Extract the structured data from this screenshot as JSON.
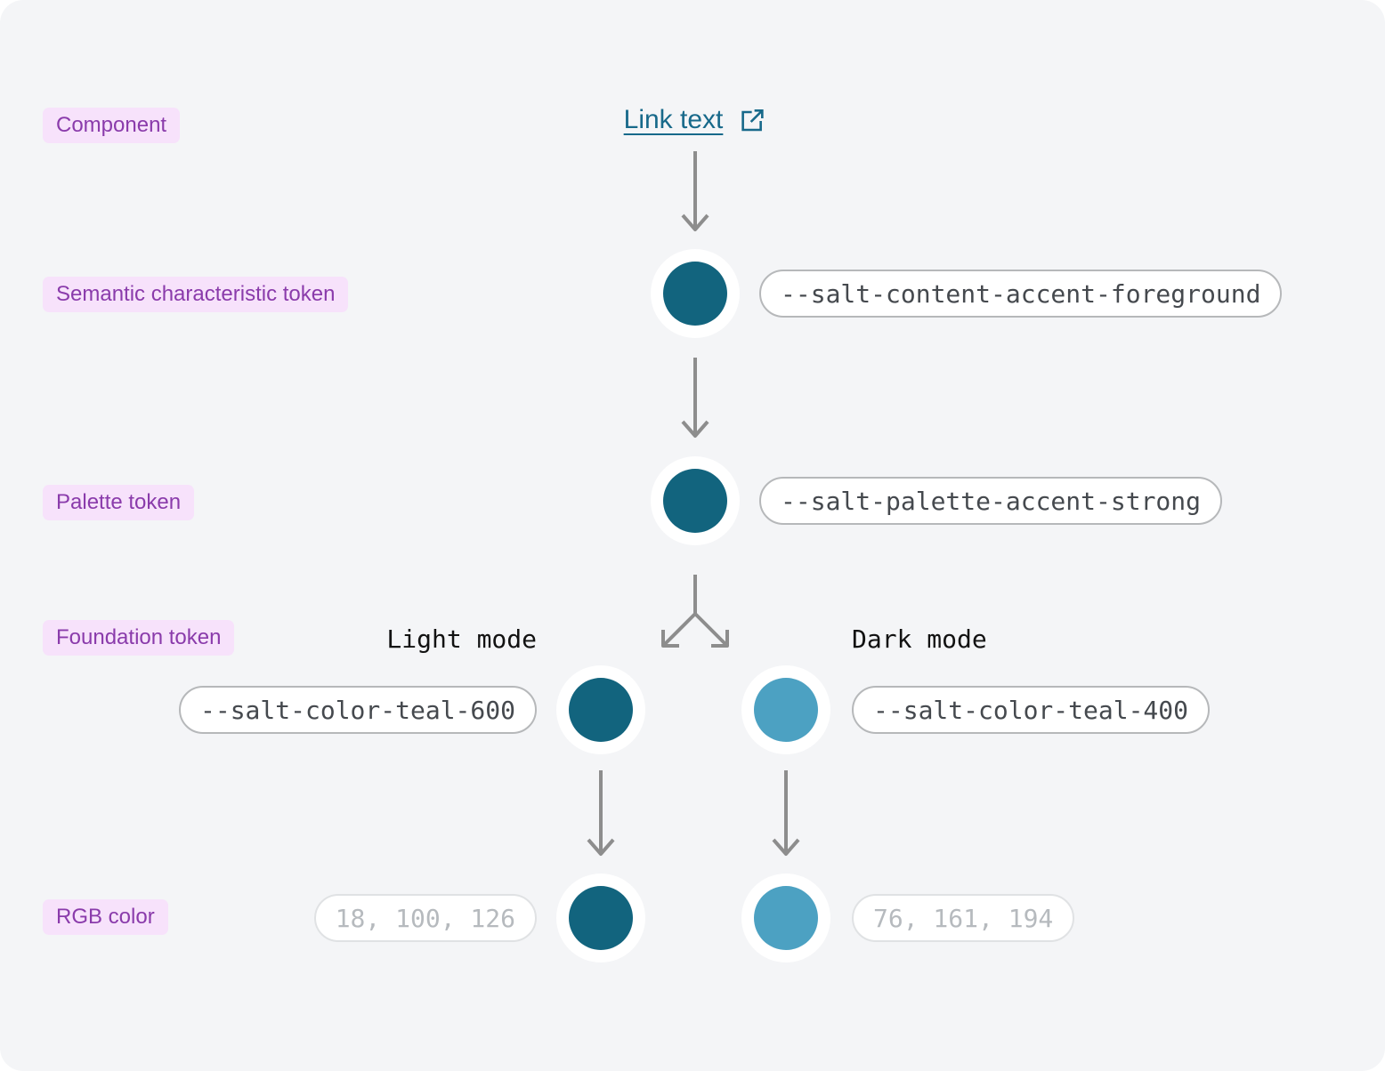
{
  "colors": {
    "canvas_bg": "#f4f5f7",
    "teal_dark": "#12647e",
    "teal_light": "#4ca1c2",
    "label_bg": "#f7e2fb",
    "label_text": "#8a3bab",
    "link_color": "#17698a",
    "arrow_color": "#8d8d8d",
    "pill_border": "#b6b8ba",
    "pill_text": "#45494e",
    "pill_muted_border": "#e0e2e4",
    "pill_muted_text": "#b6babe",
    "mode_text": "#121212"
  },
  "row_labels": {
    "component": "Component",
    "semantic": "Semantic characteristic token",
    "palette": "Palette token",
    "foundation": "Foundation token",
    "rgb": "RGB color"
  },
  "component": {
    "link_text": "Link text"
  },
  "semantic": {
    "token": "--salt-content-accent-foreground"
  },
  "palette": {
    "token": "--salt-palette-accent-strong"
  },
  "foundation": {
    "light_mode_label": "Light mode",
    "dark_mode_label": "Dark mode",
    "light_token": "--salt-color-teal-600",
    "dark_token": "--salt-color-teal-400"
  },
  "rgb": {
    "light_value": "18, 100, 126",
    "dark_value": "76, 161, 194"
  }
}
